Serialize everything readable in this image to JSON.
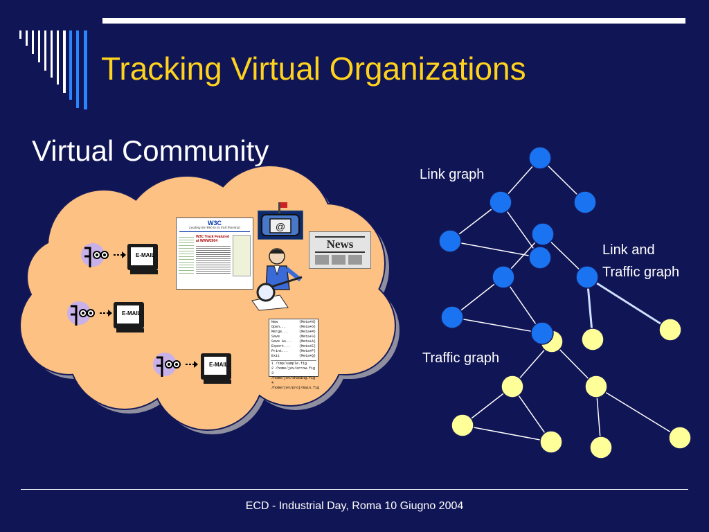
{
  "slide": {
    "title": "Tracking Virtual Organizations",
    "subtitle": "Virtual Community",
    "footer": "ECD - Industrial Day, Roma 10 Giugno 2004"
  },
  "graph_labels": {
    "link": "Link graph",
    "link_traffic_line1": "Link and",
    "link_traffic_line2": "Traffic graph",
    "traffic": "Traffic graph"
  },
  "cloud_items": {
    "email_label": "E-MAIL",
    "news_label": "News",
    "mail_at": "@",
    "webpage": {
      "logo": "W3C",
      "tagline": "Leading the Web to its Full Potential",
      "featured": "W3C Track Featured at WWW2004"
    },
    "menu": {
      "rows": [
        [
          "New",
          "(Meta+N)"
        ],
        [
          "Open...",
          "(Meta+O)"
        ],
        [
          "Merge...",
          "(Meta+M)"
        ],
        [
          "Save",
          "(Meta+S)"
        ],
        [
          "Save As...",
          "(Meta+A)"
        ],
        [
          "Export...",
          "(Meta+E)"
        ],
        [
          "Print...",
          "(Meta+P)"
        ],
        [
          "Exit",
          "(Meta+Q)"
        ]
      ],
      "recent": [
        "1 /tmp/sample.fig",
        "2 /home/jev/arrow.fig",
        "3 /home/jev/shading.fig",
        "4 /home/jev/proj/main.fig"
      ]
    }
  },
  "colors": {
    "background": "#101555",
    "title": "#ffd21e",
    "cloud_fill": "#fcc183",
    "cloud_shadow": "#8f8fa0",
    "blue_node": "#1a73f0",
    "yellow_node": "#ffff99",
    "accent_line": "#ffffff"
  }
}
